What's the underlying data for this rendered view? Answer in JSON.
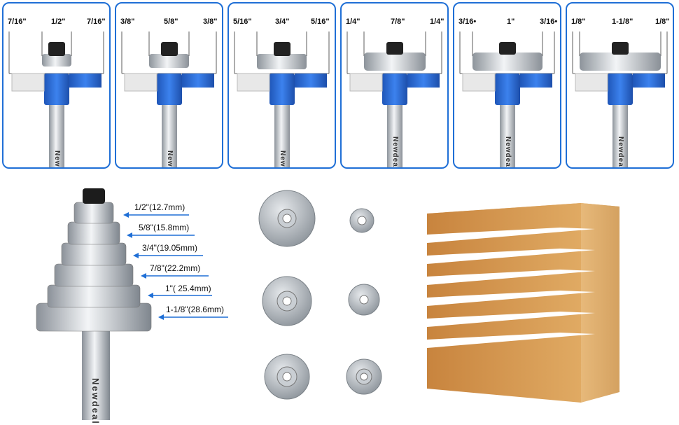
{
  "panels": [
    {
      "left": "7/16\"",
      "center": "1/2\"",
      "right": "7/16\""
    },
    {
      "left": "3/8\"",
      "center": "5/8\"",
      "right": "3/8\""
    },
    {
      "left": "5/16\"",
      "center": "3/4\"",
      "right": "5/16\""
    },
    {
      "left": "1/4\"",
      "center": "7/8\"",
      "right": "1/4\""
    },
    {
      "left": "3/16•",
      "center": "1\"",
      "right": "3/16•"
    },
    {
      "left": "1/8\"",
      "center": "1-1/8\"",
      "right": "1/8\""
    }
  ],
  "brand": "Newdeal",
  "bearing_sizes": [
    "1/2\"(12.7mm)",
    "5/8\"(15.8mm)",
    "3/4\"(19.05mm)",
    "7/8\"(22.2mm)",
    "1\"( 25.4mm)",
    "1-1/8\"(28.6mm)"
  ],
  "colors": {
    "accent": "#1f6fd6",
    "cutter_blue": "#2f6fd9",
    "steel": "#c8cdd3",
    "wood": "#d9a55e"
  }
}
